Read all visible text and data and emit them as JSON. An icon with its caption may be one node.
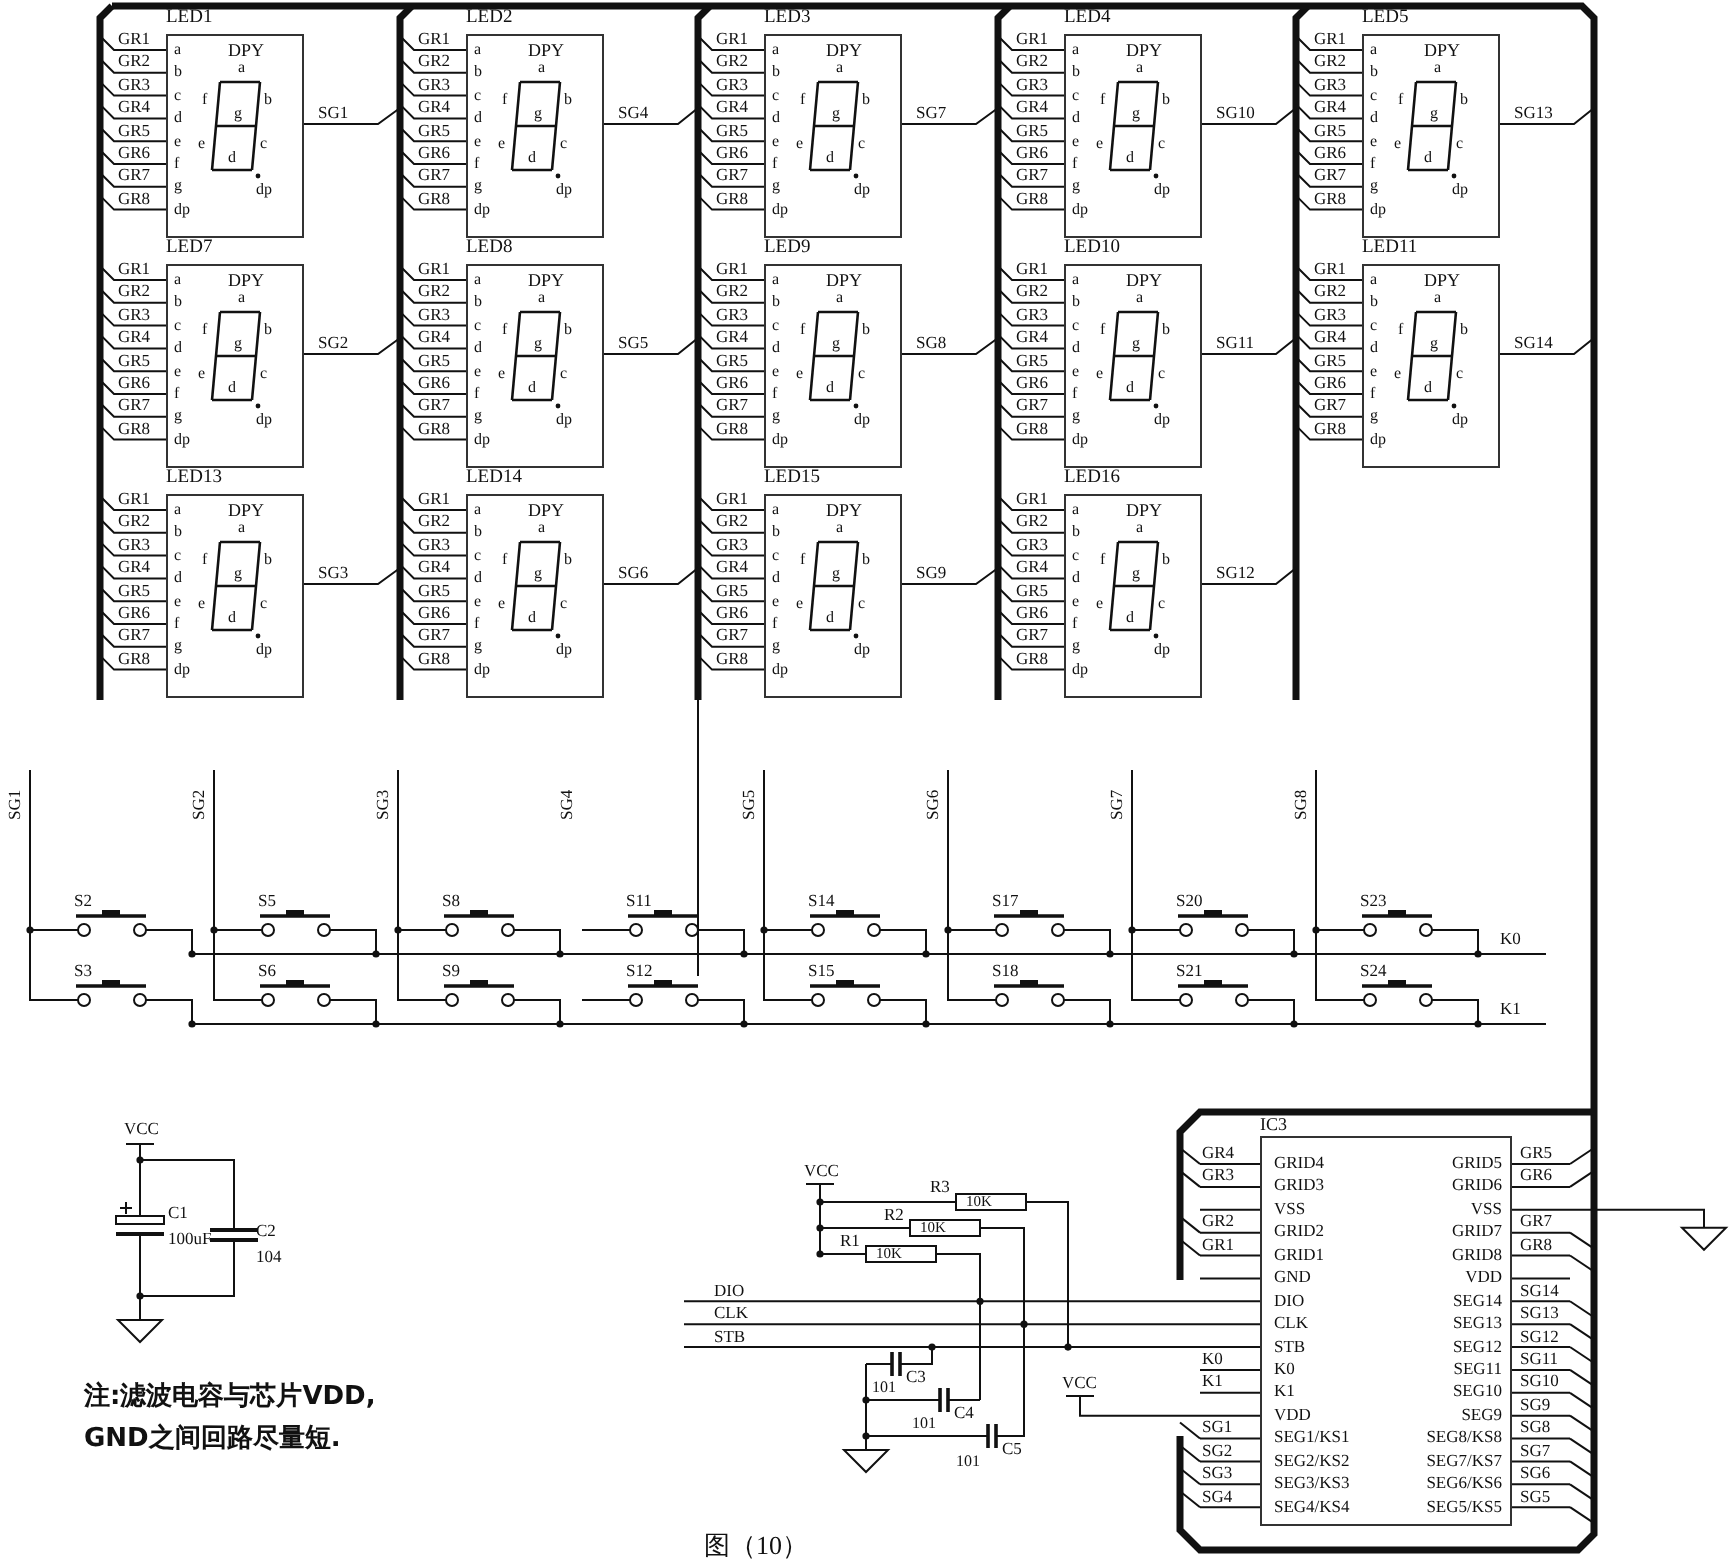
{
  "diagram": {
    "caption": "图（10）",
    "nodes": [
      {
        "text": [
          "LED1",
          "DPY",
          "a",
          "b",
          "c",
          "d",
          "e",
          "f",
          "g",
          "dp",
          "a",
          "f",
          "b",
          "g",
          "e",
          "c",
          "d",
          "dp"
        ],
        "beside": [
          "GR1",
          "GR2",
          "GR3",
          "GR4",
          "GR5",
          "GR6",
          "GR7",
          "GR8",
          "SG1"
        ]
      },
      {
        "text": [
          "LED2",
          "DPY",
          "a",
          "b",
          "c",
          "d",
          "e",
          "f",
          "g",
          "dp",
          "a",
          "f",
          "b",
          "g",
          "e",
          "c",
          "d",
          "dp"
        ],
        "beside": [
          "GR1",
          "GR2",
          "GR3",
          "GR4",
          "GR5",
          "GR6",
          "GR7",
          "GR8",
          "SG4"
        ]
      },
      {
        "text": [
          "LED3",
          "DPY",
          "a",
          "b",
          "c",
          "d",
          "e",
          "f",
          "g",
          "dp",
          "a",
          "f",
          "b",
          "g",
          "e",
          "c",
          "d",
          "dp"
        ],
        "beside": [
          "GR1",
          "GR2",
          "GR3",
          "GR4",
          "GR5",
          "GR6",
          "GR7",
          "GR8",
          "SG7"
        ]
      },
      {
        "text": [
          "LED4",
          "DPY",
          "a",
          "b",
          "c",
          "d",
          "e",
          "f",
          "g",
          "dp",
          "a",
          "f",
          "b",
          "g",
          "e",
          "c",
          "d",
          "dp"
        ],
        "beside": [
          "GR1",
          "GR2",
          "GR3",
          "GR4",
          "GR5",
          "GR6",
          "GR7",
          "GR8",
          "SG10"
        ]
      },
      {
        "text": [
          "LED5",
          "DPY",
          "a",
          "b",
          "c",
          "d",
          "e",
          "f",
          "g",
          "dp",
          "a",
          "f",
          "b",
          "g",
          "e",
          "c",
          "d",
          "dp"
        ],
        "beside": [
          "GR1",
          "GR2",
          "GR3",
          "GR4",
          "GR5",
          "GR6",
          "GR7",
          "GR8",
          "SG13"
        ]
      },
      {
        "text": [
          "LED7",
          "DPY",
          "a",
          "b",
          "c",
          "d",
          "e",
          "f",
          "g",
          "dp",
          "a",
          "f",
          "b",
          "g",
          "e",
          "c",
          "d",
          "dp"
        ],
        "beside": [
          "GR1",
          "GR2",
          "GR3",
          "GR4",
          "GR5",
          "GR6",
          "GR7",
          "GR8",
          "SG2"
        ]
      },
      {
        "text": [
          "LED8",
          "DPY",
          "a",
          "b",
          "c",
          "d",
          "e",
          "f",
          "g",
          "dp",
          "a",
          "f",
          "b",
          "g",
          "e",
          "c",
          "d",
          "dp"
        ],
        "beside": [
          "GR1",
          "GR2",
          "GR3",
          "GR4",
          "GR5",
          "GR6",
          "GR7",
          "GR8",
          "SG5"
        ]
      },
      {
        "text": [
          "LED9",
          "DPY",
          "a",
          "b",
          "c",
          "d",
          "e",
          "f",
          "g",
          "dp",
          "a",
          "f",
          "b",
          "g",
          "e",
          "c",
          "d",
          "dp"
        ],
        "beside": [
          "GR1",
          "GR2",
          "GR3",
          "GR4",
          "GR5",
          "GR6",
          "GR7",
          "GR8",
          "SG8"
        ]
      },
      {
        "text": [
          "LED10",
          "DPY",
          "a",
          "b",
          "c",
          "d",
          "e",
          "f",
          "g",
          "dp",
          "a",
          "f",
          "b",
          "g",
          "e",
          "c",
          "d",
          "dp"
        ],
        "beside": [
          "GR1",
          "GR2",
          "GR3",
          "GR4",
          "GR5",
          "GR6",
          "GR7",
          "GR8",
          "SG11"
        ]
      },
      {
        "text": [
          "LED11",
          "DPY",
          "a",
          "b",
          "c",
          "d",
          "e",
          "f",
          "g",
          "dp",
          "a",
          "f",
          "b",
          "g",
          "e",
          "c",
          "d",
          "dp"
        ],
        "beside": [
          "GR1",
          "GR2",
          "GR3",
          "GR4",
          "GR5",
          "GR6",
          "GR7",
          "GR8",
          "SG14"
        ]
      },
      {
        "text": [
          "LED13",
          "DPY",
          "a",
          "b",
          "c",
          "d",
          "e",
          "f",
          "g",
          "dp",
          "a",
          "f",
          "b",
          "g",
          "e",
          "c",
          "d",
          "dp"
        ],
        "beside": [
          "GR1",
          "GR2",
          "GR3",
          "GR4",
          "GR5",
          "GR6",
          "GR7",
          "GR8",
          "SG3"
        ]
      },
      {
        "text": [
          "LED14",
          "DPY",
          "a",
          "b",
          "c",
          "d",
          "e",
          "f",
          "g",
          "dp",
          "a",
          "f",
          "b",
          "g",
          "e",
          "c",
          "d",
          "dp"
        ],
        "beside": [
          "GR1",
          "GR2",
          "GR3",
          "GR4",
          "GR5",
          "GR6",
          "GR7",
          "GR8",
          "SG6"
        ]
      },
      {
        "text": [
          "LED15",
          "DPY",
          "a",
          "b",
          "c",
          "d",
          "e",
          "f",
          "g",
          "dp",
          "a",
          "f",
          "b",
          "g",
          "e",
          "c",
          "d",
          "dp"
        ],
        "beside": [
          "GR1",
          "GR2",
          "GR3",
          "GR4",
          "GR5",
          "GR6",
          "GR7",
          "GR8",
          "SG9"
        ]
      },
      {
        "text": [
          "LED16",
          "DPY",
          "a",
          "b",
          "c",
          "d",
          "e",
          "f",
          "g",
          "dp",
          "a",
          "f",
          "b",
          "g",
          "e",
          "c",
          "d",
          "dp"
        ],
        "beside": [
          "GR1",
          "GR2",
          "GR3",
          "GR4",
          "GR5",
          "GR6",
          "GR7",
          "GR8",
          "SG12"
        ]
      },
      {
        "text": [
          "IC3",
          "GRID4",
          "GRID3",
          "VSS",
          "GRID2",
          "GRID1",
          "GND",
          "DIO",
          "CLK",
          "STB",
          "K0",
          "K1",
          "VDD",
          "SEG1/KS1",
          "SEG2/KS2",
          "SEG3/KS3",
          "SEG4/KS4",
          "GRID5",
          "GRID6",
          "VSS",
          "GRID7",
          "GRID8",
          "VDD",
          "SEG14",
          "SEG13",
          "SEG12",
          "SEG11",
          "SEG10",
          "SEG9",
          "SEG8/KS8",
          "SEG7/KS7",
          "SEG6/KS6",
          "SEG5/KS5"
        ],
        "beside": [
          "GR4",
          "GR3",
          "GR2",
          "GR1",
          "K0",
          "K1",
          "SG1",
          "SG2",
          "SG3",
          "SG4",
          "GR5",
          "GR6",
          "GR7",
          "GR8",
          "SG14",
          "SG13",
          "SG12",
          "SG11",
          "SG10",
          "SG9",
          "SG8",
          "SG7",
          "SG6",
          "SG5"
        ]
      }
    ],
    "labels": [
      "SG1",
      "SG2",
      "SG3",
      "SG4",
      "SG5",
      "SG6",
      "SG7",
      "SG8",
      "S2",
      "S5",
      "S8",
      "S11",
      "S14",
      "S17",
      "S20",
      "S23",
      "K0",
      "S3",
      "S6",
      "S9",
      "S12",
      "S15",
      "S18",
      "S21",
      "S24",
      "K1",
      "VCC",
      "C1",
      "100uF",
      "C2",
      "104",
      "注:滤波电容与芯片VDD, GND之间回路尽量短.",
      "VCC",
      "R3",
      "10K",
      "R2",
      "10K",
      "R1",
      "10K",
      "DIO",
      "CLK",
      "STB",
      "C3",
      "C4",
      "C5",
      "101",
      "101",
      "101",
      "VCC"
    ]
  }
}
